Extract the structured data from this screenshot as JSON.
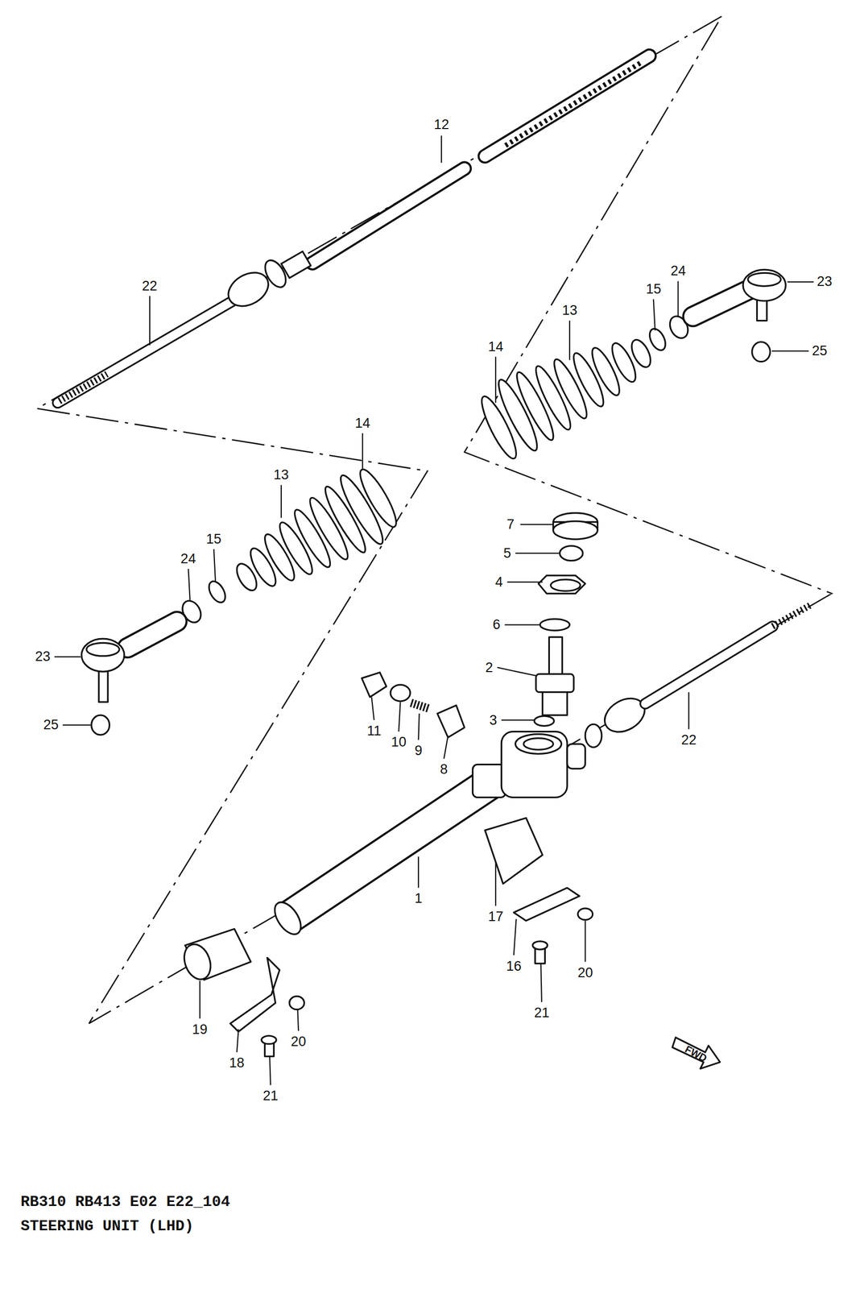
{
  "diagram": {
    "title": "STEERING UNIT (LHD)",
    "labels": [
      "12",
      "22",
      "24",
      "15",
      "23",
      "13",
      "14",
      "25",
      "14",
      "13",
      "15",
      "24",
      "7",
      "5",
      "4",
      "6",
      "23",
      "2",
      "25",
      "3",
      "11",
      "10",
      "9",
      "22",
      "8",
      "1",
      "17",
      "16",
      "20",
      "21",
      "FWD",
      "19",
      "20",
      "18",
      "21",
      "RB310 RB413 E02 E22_104"
    ]
  }
}
